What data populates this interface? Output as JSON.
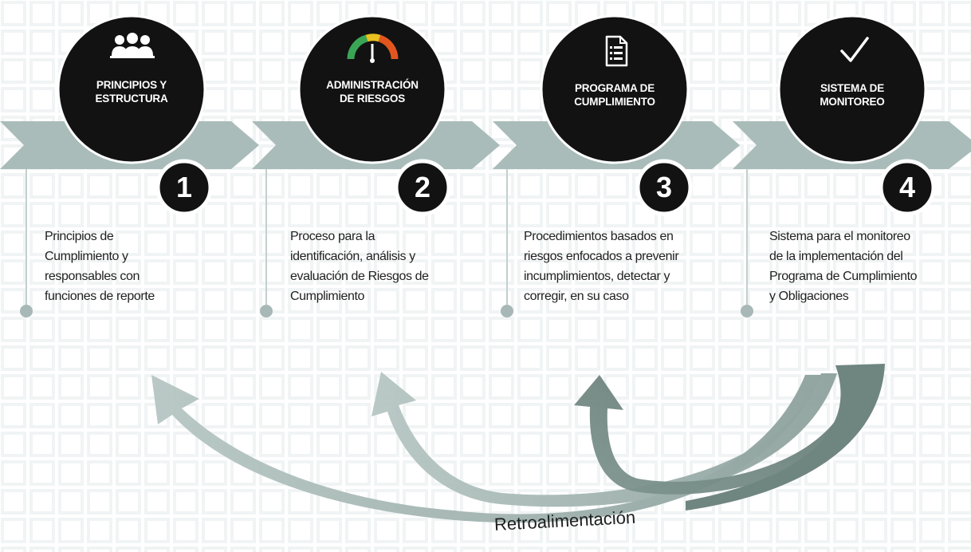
{
  "steps": [
    {
      "number": "1",
      "title": "PRINCIPIOS Y\nESTRUCTURA",
      "icon": "people-group-icon",
      "description": "Principios de\nCumplimiento y\nresponsables con\nfunciones de reporte"
    },
    {
      "number": "2",
      "title": "ADMINISTRACIÓN\nDE RIESGOS",
      "icon": "gauge-icon",
      "description": "Proceso para la\nidentificación, análisis y\nevaluación de Riesgos de\nCumplimiento"
    },
    {
      "number": "3",
      "title": "PROGRAMA DE\nCUMPLIMIENTO",
      "icon": "checklist-document-icon",
      "description": "Procedimientos basados en\nriesgos enfocados a prevenir\nincumplimientos, detectar y\ncorregir, en su caso"
    },
    {
      "number": "4",
      "title": "SISTEMA DE\nMONITOREO",
      "icon": "checkmark-icon",
      "description": "Sistema para el monitoreo\nde la implementación del\nPrograma de Cumplimiento\ny Obligaciones"
    }
  ],
  "feedback_label": "Retroalimentación",
  "colors": {
    "chevron": "#a9bcb9",
    "chevron_edge": "#93a8a5",
    "circle": "#121212",
    "connector": "#b8c8c6",
    "arrow_light": "#a5b8b5",
    "arrow_dark": "#6f8580",
    "grid": "#f1f3f3"
  }
}
